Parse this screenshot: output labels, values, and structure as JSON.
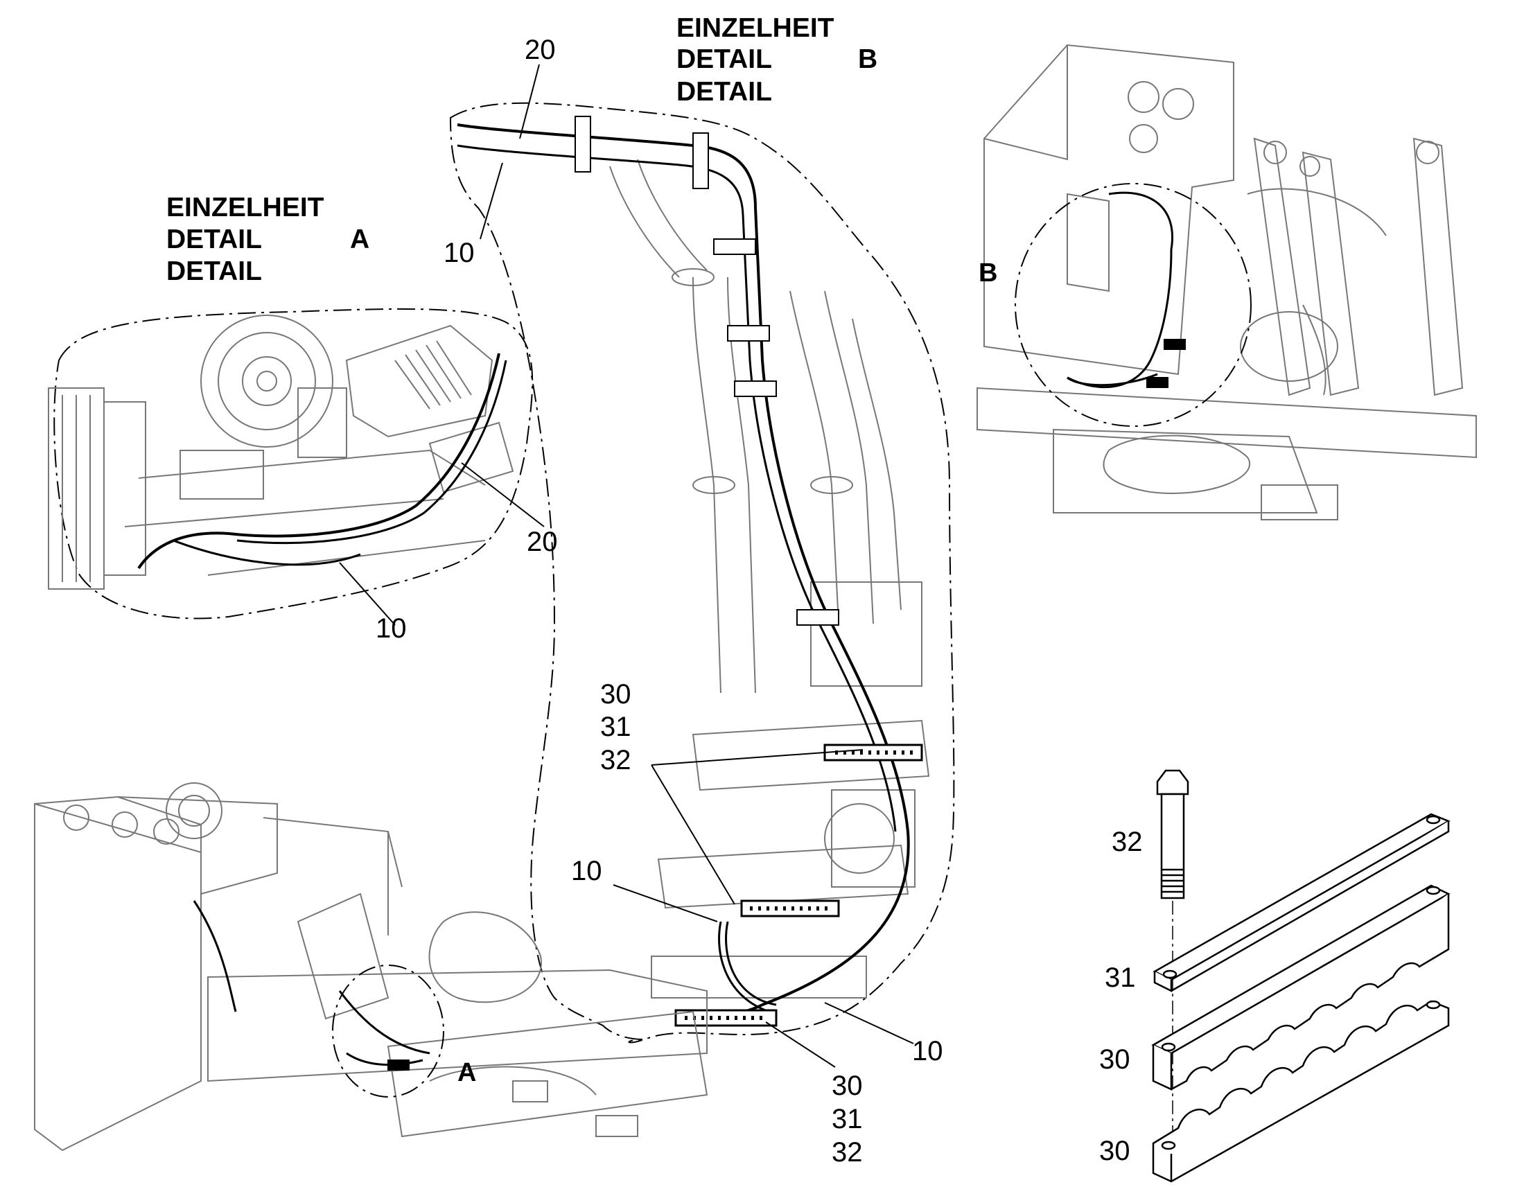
{
  "detail_b_header": {
    "line1": "EINZELHEIT",
    "line2": "DETAIL",
    "letter": "B",
    "line3": "DETAIL"
  },
  "detail_a_header": {
    "line1": "EINZELHEIT",
    "line2": "DETAIL",
    "letter": "A",
    "line3": "DETAIL"
  },
  "marker_a": "A",
  "marker_b": "B",
  "callouts": {
    "detail_b_hose_top": "20",
    "detail_b_hose_bottom": "10",
    "detail_a_hose_20": "20",
    "detail_a_hose_10": "10",
    "clamp_group_mid": [
      "30",
      "31",
      "32"
    ],
    "hose_10_left": "10",
    "hose_10_right": "10",
    "clamp_group_bottom": [
      "30",
      "31",
      "32"
    ],
    "exploded_bolt": "32",
    "exploded_plate": "31",
    "exploded_upper_half": "30",
    "exploded_lower_half": "30"
  }
}
